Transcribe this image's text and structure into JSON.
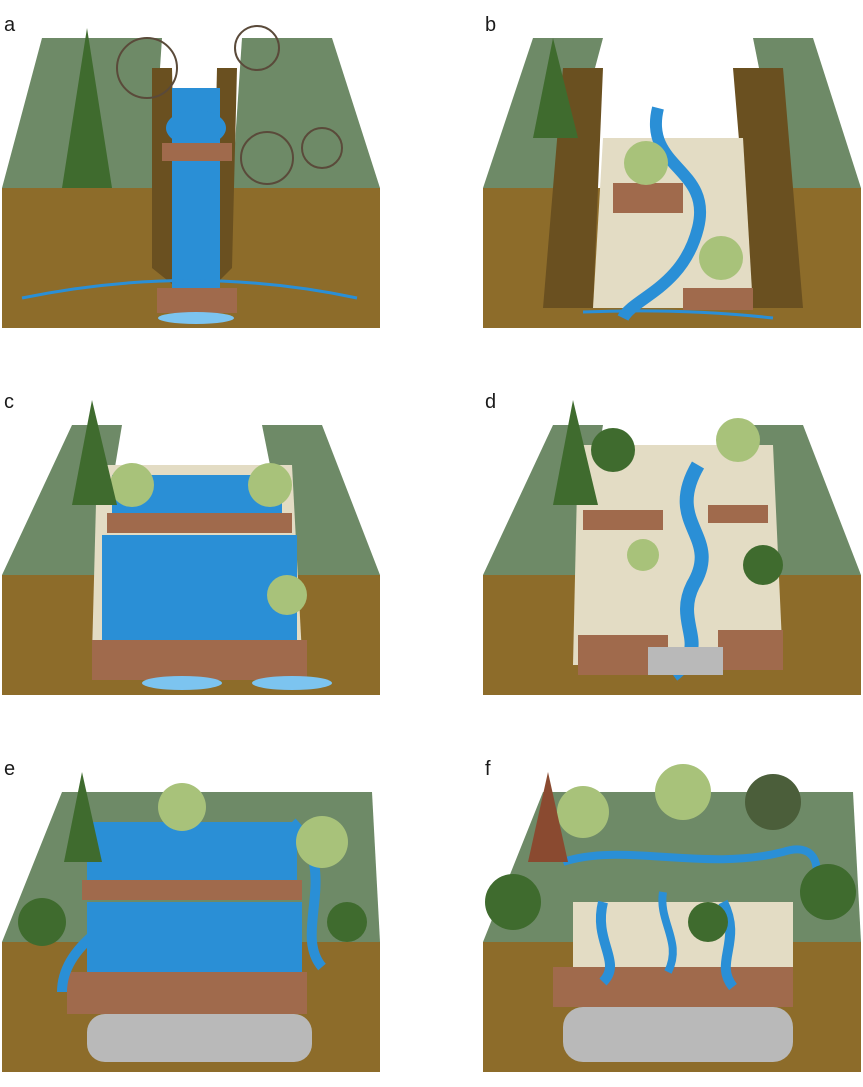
{
  "figure": {
    "panels": [
      {
        "label": "a",
        "stage": "incised-channel-with-dams"
      },
      {
        "label": "b",
        "stage": "dams-breached-floodplain-emerging"
      },
      {
        "label": "c",
        "stage": "widened-trench-ponds-and-willows"
      },
      {
        "label": "d",
        "stage": "meandering-channel-vegetated-floor"
      },
      {
        "label": "e",
        "stage": "aggraded-ponds-spreading"
      },
      {
        "label": "f",
        "stage": "multi-thread-channels-dense-forest"
      }
    ]
  },
  "colors": {
    "plateau": "#6e8a67",
    "plateau_side": "#8a6a2a",
    "soil": "#8d6c2a",
    "soil_dark": "#6a5020",
    "floor": "#e3dcc4",
    "water": "#2a8fd6",
    "water_light": "#7cc4f0",
    "dam": "#a06a4c",
    "gravel": "#b9b9b9",
    "tree_dark": "#3f6b2e",
    "tree_light": "#a8c27a",
    "dead_tree": "#5a4a3a"
  }
}
